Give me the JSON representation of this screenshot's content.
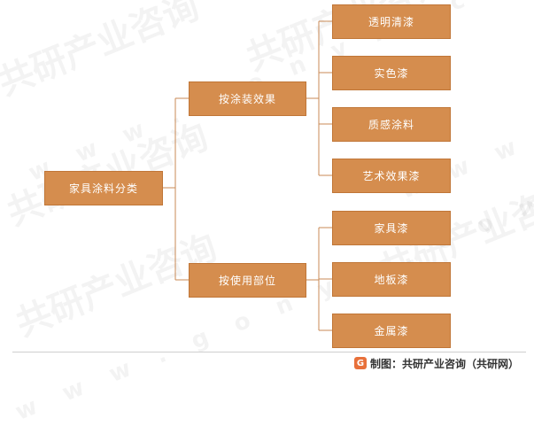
{
  "watermark": {
    "cn": "共研产业咨询",
    "en": "w w w . g o n y n . c o m"
  },
  "root": {
    "label": "家具涂料分类"
  },
  "groups": [
    {
      "label": "按涂装效果",
      "children": [
        "透明清漆",
        "实色漆",
        "质感涂料",
        "艺术效果漆"
      ]
    },
    {
      "label": "按使用部位",
      "children": [
        "家具漆",
        "地板漆",
        "金属漆"
      ]
    }
  ],
  "footer": {
    "text": "制图：共研产业咨询（共研网）"
  },
  "colors": {
    "node_fill": "#d58d4e",
    "line": "#c98a55"
  }
}
